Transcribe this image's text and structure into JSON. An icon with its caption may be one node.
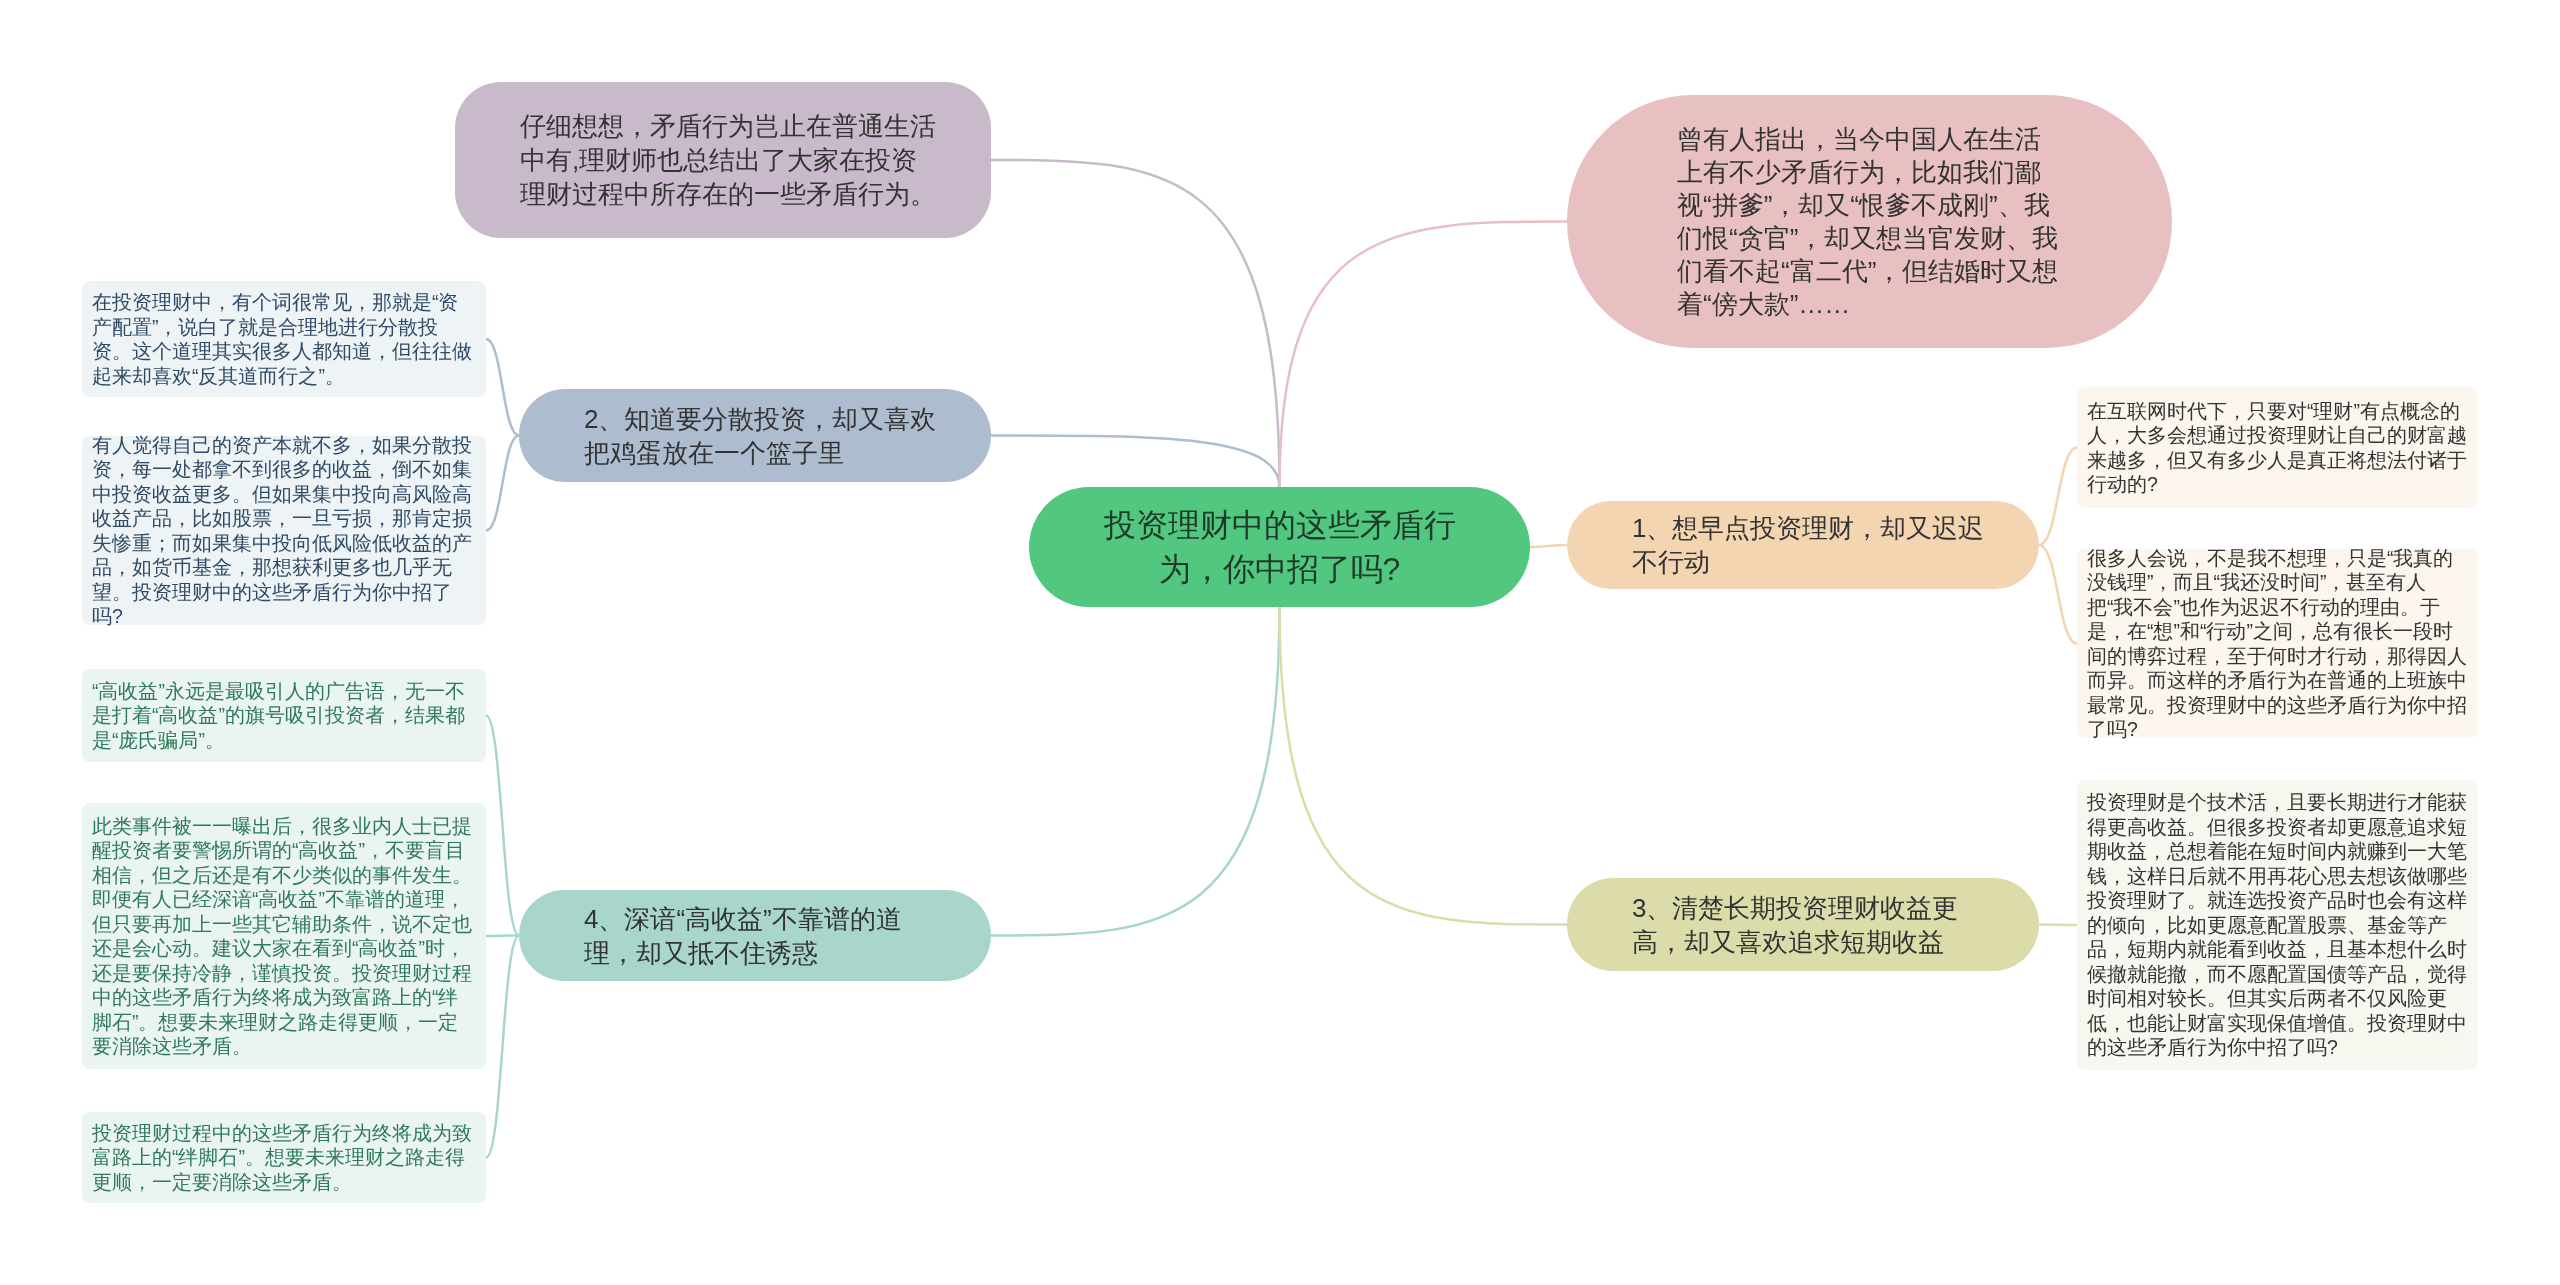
{
  "diagram": {
    "nodes": [
      {
        "text": [
          "投资理财中的这些矛盾行为，你中招了吗?"
        ]
      },
      {
        "text": [
          "仔细想想，矛盾行为岂止在普通生活中有,理财师也总结出了大家在投资理财过程中所存在的一些矛盾行为。"
        ]
      },
      {
        "text": [
          "2、知道要分散投资，却又喜欢把鸡蛋放在一个篮子里"
        ]
      },
      {
        "text": [
          "在投资理财中，有个词很常见，那就是“资产配置”，说白了就是合理地进行分散投资。这个道理其实很多人都知道，但往往做起来却喜欢“反其道而行之”。"
        ]
      },
      {
        "text": [
          "有人觉得自己的资产本就不多，如果分散投资，每一处都拿不到很多的收益，倒不如集中投资收益更多。但如果集中投向高风险高收益产品，比如股票，一旦亏损，那肯定损失惨重；而如果集中投向低风险低收益的产品，如货币基金，那想获利更多也几乎无望。投资理财中的这些矛盾行为你中招了吗?"
        ]
      },
      {
        "text": [
          "4、深谙“高收益”不靠谱的道理，却又抵不住诱惑"
        ]
      },
      {
        "text": [
          "“高收益”永远是最吸引人的广告语，无一不是打着“高收益”的旗号吸引投资者，结果都是“庞氏骗局”。"
        ]
      },
      {
        "text": [
          "此类事件被一一曝出后，很多业内人士已提醒投资者要警惕所谓的“高收益”，不要盲目相信，但之后还是有不少类似的事件发生。即便有人已经深谙“高收益”不靠谱的道理，但只要再加上一些其它辅助条件，说不定也还是会心动。建议大家在看到“高收益”时，还是要保持冷静，谨慎投资。投资理财过程中的这些矛盾行为终将成为致富路上的“绊脚石”。想要未来理财之路走得更顺，一定要消除这些矛盾。"
        ]
      },
      {
        "text": [
          "投资理财过程中的这些矛盾行为终将成为致富路上的“绊脚石”。想要未来理财之路走得更顺，一定要消除这些矛盾。"
        ]
      },
      {
        "text": [
          "曾有人指出，当今中国人在生活上有不少矛盾行为，比如我们鄙视“拼爹”，却又“恨爹不成刚”、我们恨“贪官”，却又想当官发财、我们看不起“富二代”，但结婚时又想着“傍大款”……"
        ]
      },
      {
        "text": [
          "1、想早点投资理财，却又迟迟不行动"
        ]
      },
      {
        "text": [
          "在互联网时代下，只要对“理财”有点概念的人，大多会想通过投资理财让自己的财富越来越多，但又有多少人是真正将想法付诸于行动的?"
        ]
      },
      {
        "text": [
          "很多人会说，不是我不想理，只是“我真的没钱理”，而且“我还没时间”，甚至有人把“我不会”也作为迟迟不行动的理由。于是，在“想”和“行动”之间，总有很长一段时间的博弈过程，至于何时才行动，那得因人而异。而这样的矛盾行为在普通的上班族中最常见。投资理财中的这些矛盾行为你中招了吗?"
        ]
      },
      {
        "text": [
          "3、清楚长期投资理财收益更高，却又喜欢追求短期收益"
        ]
      },
      {
        "text": [
          "投资理财是个技术活，且要长期进行才能获得更高收益。但很多投资者却更愿意追求短期收益，总想着能在短时间内就赚到一大笔钱，这样日后就不用再花心思去想该做哪些投资理财了。就连选投资产品时也会有这样的倾向，比如更愿意配置股票、基金等产品，短期内就能看到收益，且基本想什么时候撤就能撤，而不愿配置国债等产品，觉得时间相对较长。但其实后两者不仅风险更低，也能让财富实现保值增值。投资理财中的这些矛盾行为你中招了吗?"
        ]
      }
    ],
    "edges": [
      {
        "from": 0,
        "to": 1,
        "arrow": "none",
        "color": "#c8b9cb"
      },
      {
        "from": 0,
        "to": 2,
        "arrow": "none",
        "color": "#adbdcf"
      },
      {
        "from": 2,
        "to": 3,
        "arrow": "none",
        "color": "#adbdcf"
      },
      {
        "from": 2,
        "to": 4,
        "arrow": "none",
        "color": "#adbdcf"
      },
      {
        "from": 0,
        "to": 5,
        "arrow": "none",
        "color": "#a8d5cc"
      },
      {
        "from": 5,
        "to": 6,
        "arrow": "none",
        "color": "#a8d5cc"
      },
      {
        "from": 5,
        "to": 7,
        "arrow": "none",
        "color": "#a8d5cc"
      },
      {
        "from": 5,
        "to": 8,
        "arrow": "none",
        "color": "#a8d5cc"
      },
      {
        "from": 0,
        "to": 9,
        "arrow": "none",
        "color": "#e8c0c2"
      },
      {
        "from": 0,
        "to": 10,
        "arrow": "none",
        "color": "#f3d5b2"
      },
      {
        "from": 10,
        "to": 11,
        "arrow": "none",
        "color": "#f3d5b2"
      },
      {
        "from": 10,
        "to": 12,
        "arrow": "none",
        "color": "#f3d5b2"
      },
      {
        "from": 0,
        "to": 13,
        "arrow": "none",
        "color": "#dcdcaa"
      },
      {
        "from": 13,
        "to": 14,
        "arrow": "none",
        "color": "#dcdcaa"
      }
    ]
  }
}
